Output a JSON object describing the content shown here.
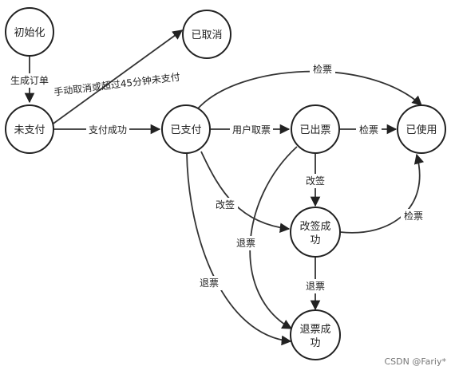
{
  "nodes": {
    "initialize": "初始化",
    "cancelled": "已取消",
    "unpaid": "未支付",
    "paid": "已支付",
    "ticketed": "已出票",
    "used": "已使用",
    "rebooked_l1": "改签成",
    "rebooked_l2": "功",
    "refunded_l1": "退票成",
    "refunded_l2": "功"
  },
  "edges": {
    "create_order": "生成订单",
    "cancel_or_timeout": "手动取消或超过45分钟未支付",
    "pay_success": "支付成功",
    "user_collect": "用户取票",
    "check_top": "检票",
    "check_mid": "检票",
    "check_rebook": "检票",
    "rebook_from_ticketed": "改签",
    "rebook_from_paid": "改签",
    "refund_from_ticketed": "退票",
    "refund_from_paid": "退票",
    "refund_from_rebooked": "退票"
  },
  "watermark": "CSDN @Fariy*",
  "colors": {
    "stroke": "#222222",
    "background": "#ffffff"
  }
}
